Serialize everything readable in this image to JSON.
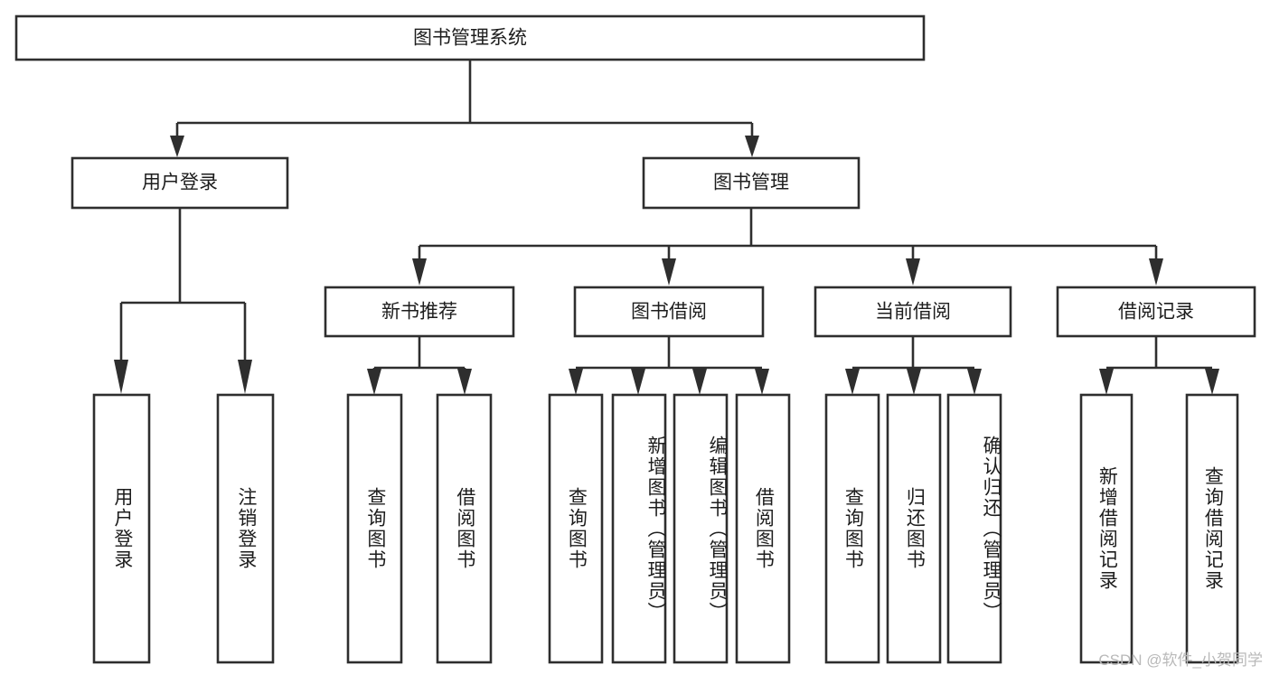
{
  "diagram": {
    "title": "图书管理系统",
    "root": {
      "label": "图书管理系统"
    },
    "level2": [
      {
        "label": "用户登录"
      },
      {
        "label": "图书管理"
      }
    ],
    "level3": [
      {
        "label": "新书推荐"
      },
      {
        "label": "图书借阅"
      },
      {
        "label": "当前借阅"
      },
      {
        "label": "借阅记录"
      }
    ],
    "leaves": {
      "user_login": [
        {
          "label": "用户登录"
        },
        {
          "label": "注销登录"
        }
      ],
      "new_book_recommend": [
        {
          "label": "查询图书"
        },
        {
          "label": "借阅图书"
        }
      ],
      "book_borrow": [
        {
          "label": "查询图书"
        },
        {
          "label": "新增图书（管理员）"
        },
        {
          "label": "编辑图书（管理员）"
        },
        {
          "label": "借阅图书"
        }
      ],
      "current_borrow": [
        {
          "label": "查询图书"
        },
        {
          "label": "归还图书"
        },
        {
          "label": "确认归还（管理员）"
        }
      ],
      "borrow_record": [
        {
          "label": "新增借阅记录"
        },
        {
          "label": "查询借阅记录"
        }
      ]
    }
  },
  "watermark": {
    "text": "CSDN @软件_小贺同学"
  },
  "colors": {
    "stroke": "#2e2e2e",
    "box_fill": "#ffffff",
    "text": "#1d1d1d",
    "watermark": "#b9b9b9",
    "background": "#ffffff"
  }
}
